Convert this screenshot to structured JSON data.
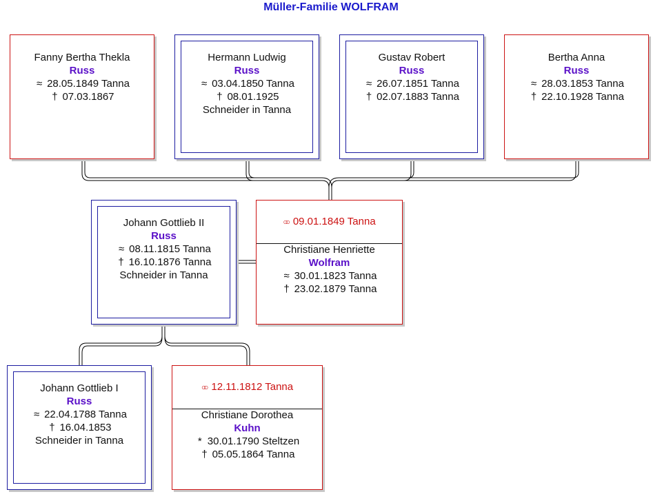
{
  "title": "Müller-Familie WOLFRAM",
  "symbols": {
    "baptism": "≈",
    "death": "†",
    "birth": "*"
  },
  "siblings": [
    {
      "given": "Fanny Bertha Thekla",
      "surname": "Russ",
      "baptism": "28.05.1849 Tanna",
      "death": "07.03.1867"
    },
    {
      "given": "Hermann Ludwig",
      "surname": "Russ",
      "baptism": "03.04.1850 Tanna",
      "death": "08.01.1925",
      "occupation": "Schneider in Tanna"
    },
    {
      "given": "Gustav Robert",
      "surname": "Russ",
      "baptism": "26.07.1851 Tanna",
      "death": "02.07.1883 Tanna"
    },
    {
      "given": "Bertha Anna",
      "surname": "Russ",
      "baptism": "28.03.1853 Tanna",
      "death": "22.10.1928 Tanna"
    }
  ],
  "parents": {
    "father": {
      "given": "Johann Gottlieb II",
      "surname": "Russ",
      "baptism": "08.11.1815 Tanna",
      "death": "16.10.1876 Tanna",
      "occupation": "Schneider in Tanna"
    },
    "marriage": "09.01.1849 Tanna",
    "mother": {
      "given": "Christiane Henriette",
      "surname": "Wolfram",
      "baptism": "30.01.1823 Tanna",
      "death": "23.02.1879 Tanna"
    }
  },
  "grandparents": {
    "father": {
      "given": "Johann Gottlieb I",
      "surname": "Russ",
      "baptism": "22.04.1788 Tanna",
      "death": "16.04.1853",
      "occupation": "Schneider in Tanna"
    },
    "marriage": "12.11.1812 Tanna",
    "mother": {
      "given": "Christiane Dorothea",
      "surname": "Kuhn",
      "birth": "30.01.1790 Steltzen",
      "death": "05.05.1864 Tanna"
    }
  },
  "colors": {
    "title": "#1a1acc",
    "surname": "#5a10c8",
    "female_border": "#cc1111",
    "male_border": "#1a1aa0",
    "marriage": "#cc1111"
  }
}
